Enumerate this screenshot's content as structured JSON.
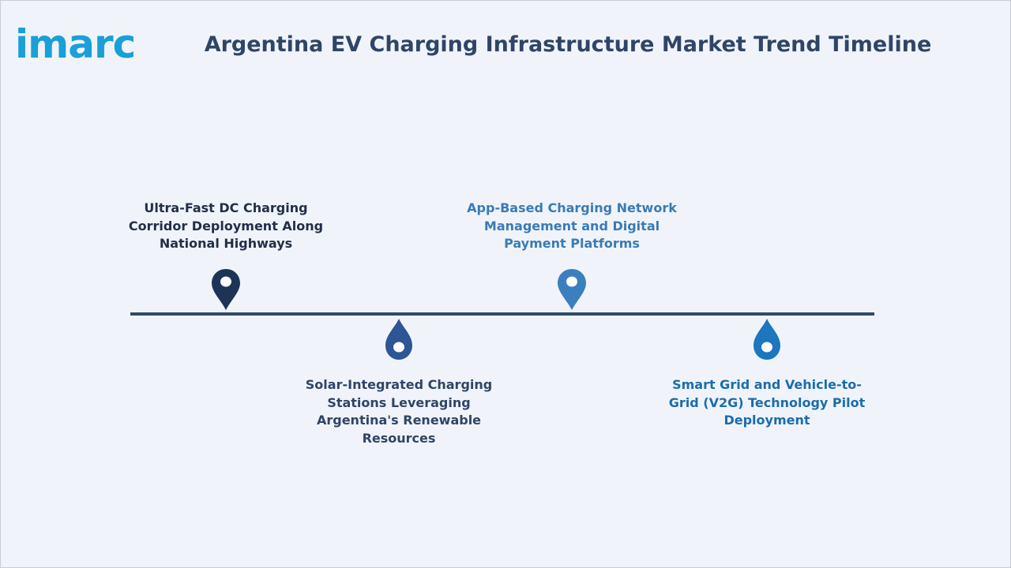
{
  "header": {
    "logo_text": "imarc",
    "title": "Argentina EV Charging Infrastructure Market Trend Timeline"
  },
  "colors": {
    "background": "#f0f4fa",
    "title": "#2f4566",
    "timeline_line": "#2f4b67",
    "logo": "#1a9fd8"
  },
  "timeline": {
    "milestones": [
      {
        "label": "Ultra-Fast DC Charging Corridor Deployment Along National Highways",
        "position": "above",
        "color": "#1e3456",
        "text_color": "#222f47",
        "icon": "location-pin-icon"
      },
      {
        "label": "Solar-Integrated Charging Stations Leveraging Argentina's Renewable Resources",
        "position": "below",
        "color": "#2e5594",
        "text_color": "#2f4566",
        "icon": "drop-pin-icon"
      },
      {
        "label": "App-Based Charging Network Management and Digital Payment Platforms",
        "position": "above",
        "color": "#3b7fbe",
        "text_color": "#3a7bb5",
        "icon": "location-pin-icon"
      },
      {
        "label": "Smart Grid and Vehicle-to-Grid (V2G) Technology Pilot Deployment",
        "position": "below",
        "color": "#1c76c0",
        "text_color": "#1c6cad",
        "icon": "drop-pin-icon"
      }
    ]
  }
}
